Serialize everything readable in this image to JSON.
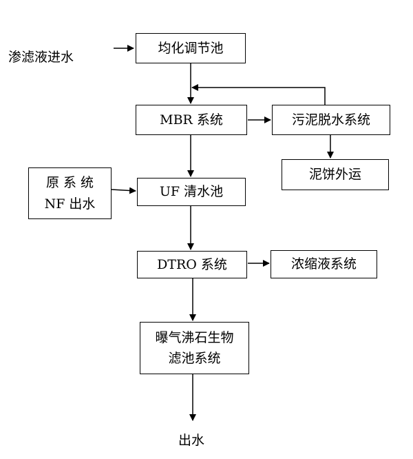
{
  "nodes": {
    "inflow": "渗滤液进水",
    "equalization": "均化调节池",
    "mbr": "MBR 系统",
    "sludge": "污泥脱水系统",
    "cake": "泥饼外运",
    "nf_line1": "原 系 统",
    "nf_line2": "NF 出水",
    "uf": "UF 清水池",
    "dtro": "DTRO 系统",
    "concentrate": "浓缩液系统",
    "biofilter_line1": "曝气沸石生物",
    "biofilter_line2": "滤池系统",
    "outflow": "出水"
  }
}
